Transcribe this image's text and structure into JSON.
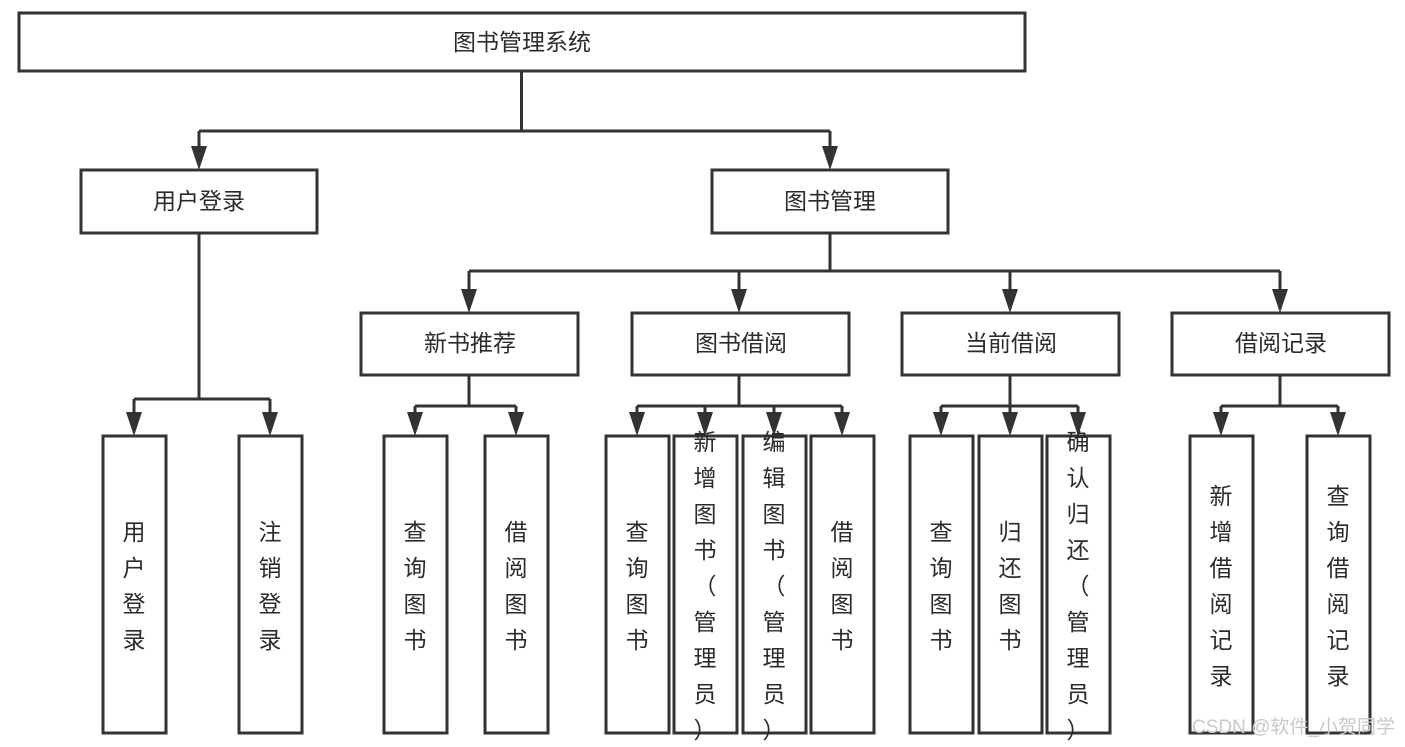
{
  "diagram": {
    "title": "图书管理系统",
    "type": "tree-hierarchy-chart",
    "root": {
      "id": "root",
      "label": "图书管理系统"
    },
    "level2": [
      {
        "id": "user-login",
        "label": "用户登录"
      },
      {
        "id": "book-manage",
        "label": "图书管理"
      }
    ],
    "level3": [
      {
        "id": "new-book-recommend",
        "label": "新书推荐",
        "parent": "book-manage"
      },
      {
        "id": "book-borrow",
        "label": "图书借阅",
        "parent": "book-manage"
      },
      {
        "id": "current-borrow",
        "label": "当前借阅",
        "parent": "book-manage"
      },
      {
        "id": "borrow-record",
        "label": "借阅记录",
        "parent": "book-manage"
      }
    ],
    "leaves": [
      {
        "id": "leaf-user-login",
        "label": "用户登录",
        "parent": "user-login"
      },
      {
        "id": "leaf-logout",
        "label": "注销登录",
        "parent": "user-login"
      },
      {
        "id": "leaf-query-book-1",
        "label": "查询图书",
        "parent": "new-book-recommend"
      },
      {
        "id": "leaf-borrow-book-1",
        "label": "借阅图书",
        "parent": "new-book-recommend"
      },
      {
        "id": "leaf-query-book-2",
        "label": "查询图书",
        "parent": "book-borrow"
      },
      {
        "id": "leaf-add-book",
        "label": "新增图书（管理员）",
        "parent": "book-borrow"
      },
      {
        "id": "leaf-edit-book",
        "label": "编辑图书（管理员）",
        "parent": "book-borrow"
      },
      {
        "id": "leaf-borrow-book-2",
        "label": "借阅图书",
        "parent": "book-borrow"
      },
      {
        "id": "leaf-query-book-3",
        "label": "查询图书",
        "parent": "current-borrow"
      },
      {
        "id": "leaf-return-book",
        "label": "归还图书",
        "parent": "current-borrow"
      },
      {
        "id": "leaf-confirm-return",
        "label": "确认归还（管理员）",
        "parent": "current-borrow"
      },
      {
        "id": "leaf-add-record",
        "label": "新增借阅记录",
        "parent": "borrow-record"
      },
      {
        "id": "leaf-query-record",
        "label": "查询借阅记录",
        "parent": "borrow-record"
      }
    ]
  },
  "watermark": {
    "text": "CSDN @软件_小贺同学"
  },
  "colors": {
    "stroke": "#333333",
    "box_fill": "#ffffff",
    "text": "#2b2b2b",
    "watermark": "#c9c9c9",
    "background": "#ffffff"
  }
}
